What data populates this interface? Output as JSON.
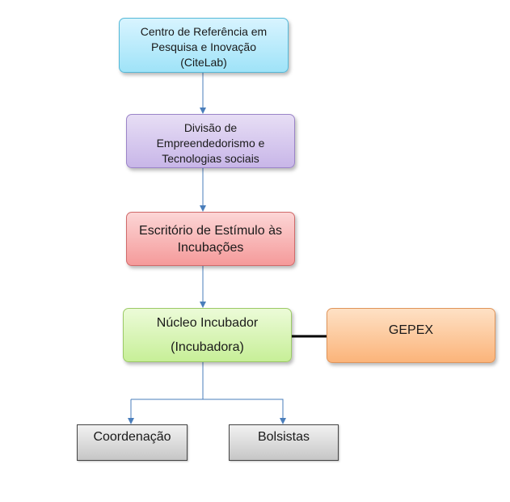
{
  "diagram": {
    "nodes": {
      "citelab": {
        "lines": [
          "Centro de Referência em",
          "Pesquisa e Inovação",
          "(CiteLab)"
        ]
      },
      "divisao": {
        "lines": [
          "Divisão de",
          "Empreendedorismo e",
          "Tecnologias sociais"
        ]
      },
      "escritorio": {
        "lines": [
          "Escritório de Estímulo às",
          "Incubações"
        ]
      },
      "nucleo": {
        "lines": [
          "Núcleo Incubador",
          "(Incubadora)"
        ]
      },
      "gepex": {
        "label": "GEPEX"
      },
      "coordenacao": {
        "label": "Coordenação"
      },
      "bolsistas": {
        "label": "Bolsistas"
      }
    },
    "edges": [
      {
        "from": "citelab",
        "to": "divisao",
        "type": "arrow"
      },
      {
        "from": "divisao",
        "to": "escritorio",
        "type": "arrow"
      },
      {
        "from": "escritorio",
        "to": "nucleo",
        "type": "arrow"
      },
      {
        "from": "nucleo",
        "to": "coordenacao",
        "type": "arrow"
      },
      {
        "from": "nucleo",
        "to": "bolsistas",
        "type": "arrow"
      },
      {
        "from": "nucleo",
        "to": "gepex",
        "type": "line"
      }
    ],
    "colors": {
      "arrow": "#4a7ebb",
      "gepex_link": "#000000"
    }
  }
}
